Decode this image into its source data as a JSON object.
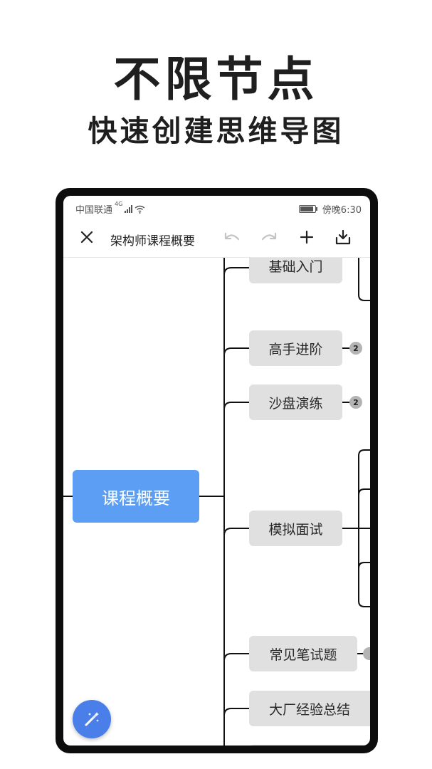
{
  "headline": {
    "title": "不限节点",
    "subtitle": "快速创建思维导图"
  },
  "status_bar": {
    "carrier": "中国联通",
    "network": "4G",
    "time": "傍晚6:30"
  },
  "toolbar": {
    "close_icon": "close-icon",
    "title": "架构师课程概要",
    "undo_icon": "undo-icon",
    "redo_icon": "redo-icon",
    "add_icon": "plus-icon",
    "export_icon": "download-icon"
  },
  "mindmap": {
    "root": "课程概要",
    "children": [
      {
        "label": "基础入门"
      },
      {
        "label": "高手进阶",
        "badge": "2"
      },
      {
        "label": "沙盘演练",
        "badge": "2"
      },
      {
        "label": "模拟面试"
      },
      {
        "label": "常见笔试题"
      },
      {
        "label": "大厂经验总结"
      }
    ]
  },
  "fab": {
    "icon": "magic-wand-icon"
  },
  "colors": {
    "root": "#5b9ef3",
    "node": "#e0e0e0",
    "fab": "#4a7ee9",
    "badge": "#b4b4b4"
  }
}
